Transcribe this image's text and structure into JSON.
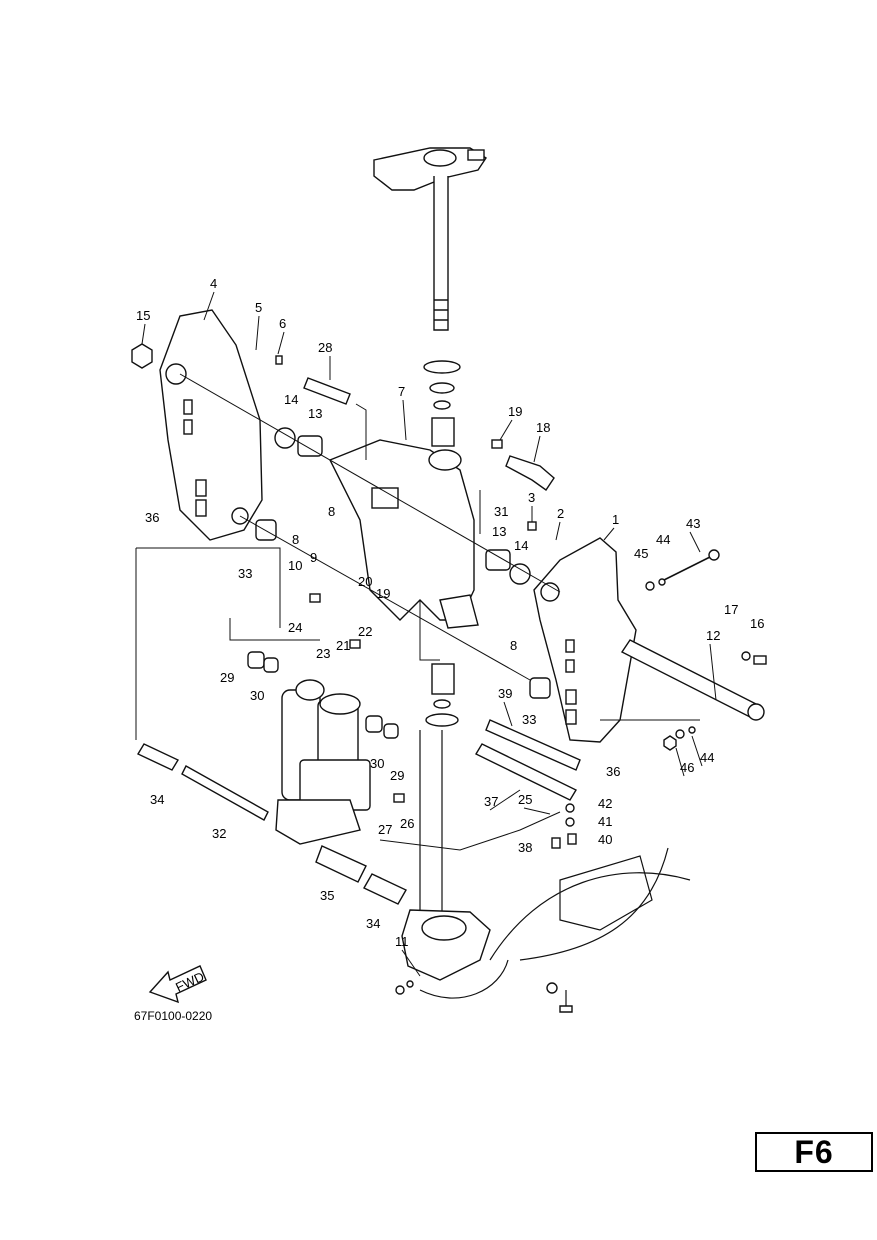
{
  "figure": {
    "code": "67F0100-0220",
    "page_tab": "F6",
    "direction_arrow": "FWD"
  },
  "callouts": [
    "1",
    "2",
    "3",
    "4",
    "5",
    "6",
    "7",
    "8",
    "8",
    "8",
    "9",
    "10",
    "11",
    "12",
    "13",
    "13",
    "14",
    "14",
    "15",
    "16",
    "17",
    "18",
    "19",
    "19",
    "20",
    "21",
    "22",
    "23",
    "24",
    "25",
    "26",
    "27",
    "28",
    "29",
    "29",
    "30",
    "30",
    "31",
    "32",
    "33",
    "33",
    "34",
    "34",
    "35",
    "36",
    "36",
    "37",
    "38",
    "39",
    "40",
    "41",
    "42",
    "43",
    "44",
    "44",
    "45",
    "46"
  ]
}
